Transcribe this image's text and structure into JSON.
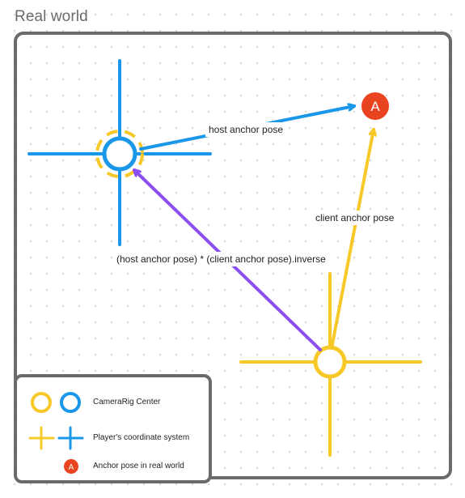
{
  "frame": {
    "title": "Real world"
  },
  "colors": {
    "blue": "#1a97e8",
    "yellow": "#f7c928",
    "purple": "#8c4ef0",
    "red": "#e9431f",
    "frame_gray": "#6b6b6b"
  },
  "nodes": {
    "anchor_marker": "A"
  },
  "edges": {
    "host_anchor_pose": "host anchor pose",
    "client_anchor_pose": "client anchor pose",
    "relative_pose": "(host anchor pose) * (client anchor pose).inverse"
  },
  "legend": {
    "items": [
      {
        "label": "CameraRig Center",
        "icon": "circle-pair-icon"
      },
      {
        "label": "Player's coordinate system",
        "icon": "cross-pair-icon"
      },
      {
        "label": "Anchor pose in real world",
        "icon": "anchor-a-icon",
        "marker": "A"
      }
    ]
  }
}
